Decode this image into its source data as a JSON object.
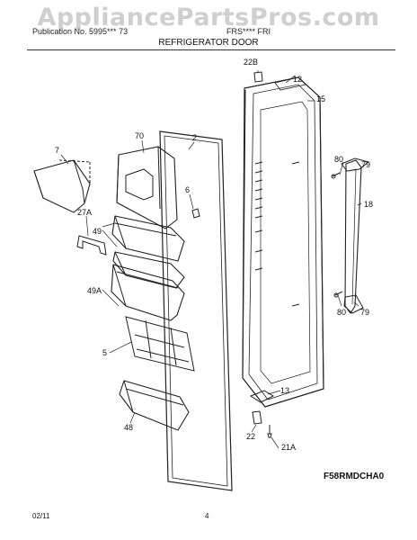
{
  "watermark": "AppliancePartsPros.com",
  "header": {
    "left": "Publication No. 5995*** 73",
    "right": "FRS**** FRI"
  },
  "title": "REFRIGERATOR DOOR",
  "callouts": {
    "c22b": "22B",
    "c12": "12",
    "c15": "15",
    "c70": "70",
    "c2": "2",
    "c7": "7",
    "c6": "6",
    "c80a": "80",
    "c79a": "79",
    "c18": "18",
    "c27a": "27A",
    "c49": "49",
    "c49a": "49A",
    "c80b": "80",
    "c79b": "79",
    "c5": "5",
    "c13": "13",
    "c48": "48",
    "c22": "22",
    "c21a": "21A"
  },
  "diagram_code": "F58RMDCHA0",
  "footer": {
    "date": "02/11",
    "page": "4"
  }
}
